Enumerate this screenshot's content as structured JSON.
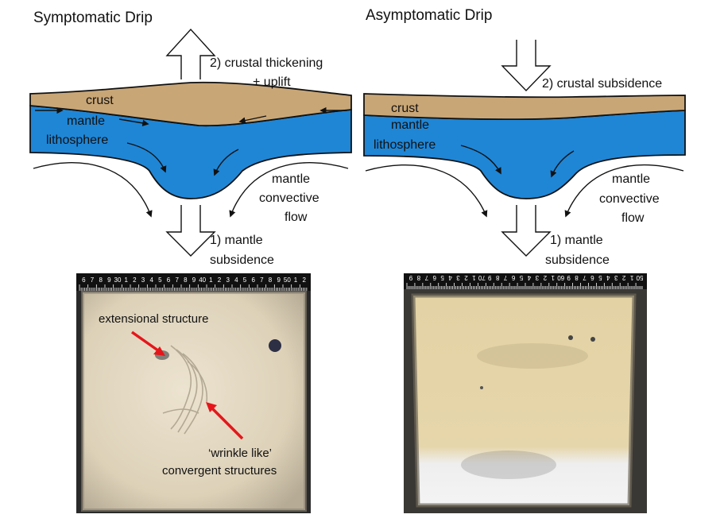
{
  "colors": {
    "crust": "#c9a676",
    "mantle": "#1f86d6",
    "outline": "#111111",
    "annotation_arrow": "#e5161b",
    "sand_left": "#e7dcc6",
    "sand_right": "#e4d3a6"
  },
  "left_panel": {
    "title": "Symptomatic Drip",
    "crust_label": "crust",
    "mantle_label_1": "mantle",
    "mantle_label_2": "lithosphere",
    "top_arrow_label_1": "2) crustal thickening",
    "top_arrow_label_2": "+ uplift",
    "flow_label_1": "mantle",
    "flow_label_2": "convective",
    "flow_label_3": "flow",
    "bottom_arrow_label_1": "1) mantle",
    "bottom_arrow_label_2": "subsidence"
  },
  "right_panel": {
    "title": "Asymptomatic Drip",
    "crust_label": "crust",
    "mantle_label_1": "mantle",
    "mantle_label_2": "lithosphere",
    "top_arrow_label": "2) crustal subsidence",
    "flow_label_1": "mantle",
    "flow_label_2": "convective",
    "flow_label_3": "flow",
    "bottom_arrow_label_1": "1) mantle",
    "bottom_arrow_label_2": "subsidence"
  },
  "left_photo": {
    "label_extensional": "extensional structure",
    "label_wrinkle_1": "‘wrinkle like’",
    "label_wrinkle_2": "convergent structures",
    "ruler_numbers": [
      "6",
      "7",
      "8",
      "9",
      "30",
      "1",
      "2",
      "3",
      "4",
      "5",
      "6",
      "7",
      "8",
      "9",
      "40",
      "1",
      "2",
      "3",
      "4",
      "5",
      "6",
      "7",
      "8",
      "9",
      "50",
      "1",
      "2"
    ]
  },
  "right_photo": {
    "ruler_numbers": [
      "9",
      "8",
      "7",
      "6",
      "5",
      "4",
      "3",
      "2",
      "1",
      "70",
      "9",
      "8",
      "7",
      "6",
      "5",
      "4",
      "3",
      "2",
      "1",
      "60",
      "9",
      "8",
      "7",
      "6",
      "5",
      "4",
      "3",
      "2",
      "1",
      "50"
    ]
  }
}
